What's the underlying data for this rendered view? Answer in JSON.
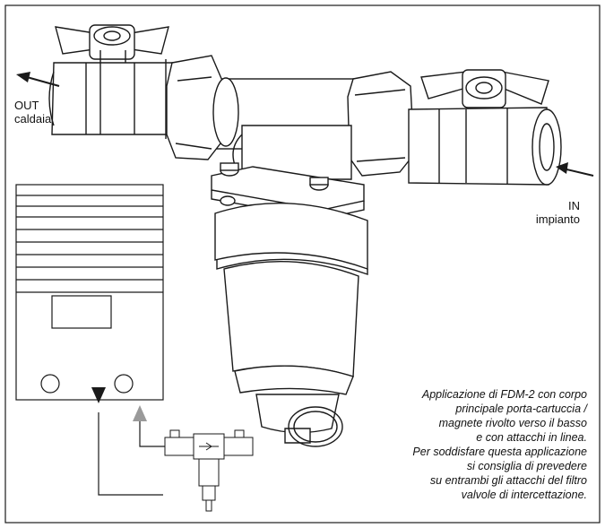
{
  "labels": {
    "out_line1": "OUT",
    "out_line2": "caldaia",
    "in_line1": "IN",
    "in_line2": "impianto"
  },
  "caption": {
    "lines": [
      "Applicazione di FDM-2 con corpo",
      "principale porta-cartuccia /",
      "magnete rivolto verso il basso",
      "e con attacchi in linea.",
      "Per soddisfare questa applicazione",
      "si consiglia di prevedere",
      "su entrambi gli attacchi del filtro",
      "valvole di intercettazione."
    ]
  },
  "colors": {
    "line": "#1a1a1a",
    "fill": "#ffffff",
    "arrow_return": "#9a9a9a"
  }
}
